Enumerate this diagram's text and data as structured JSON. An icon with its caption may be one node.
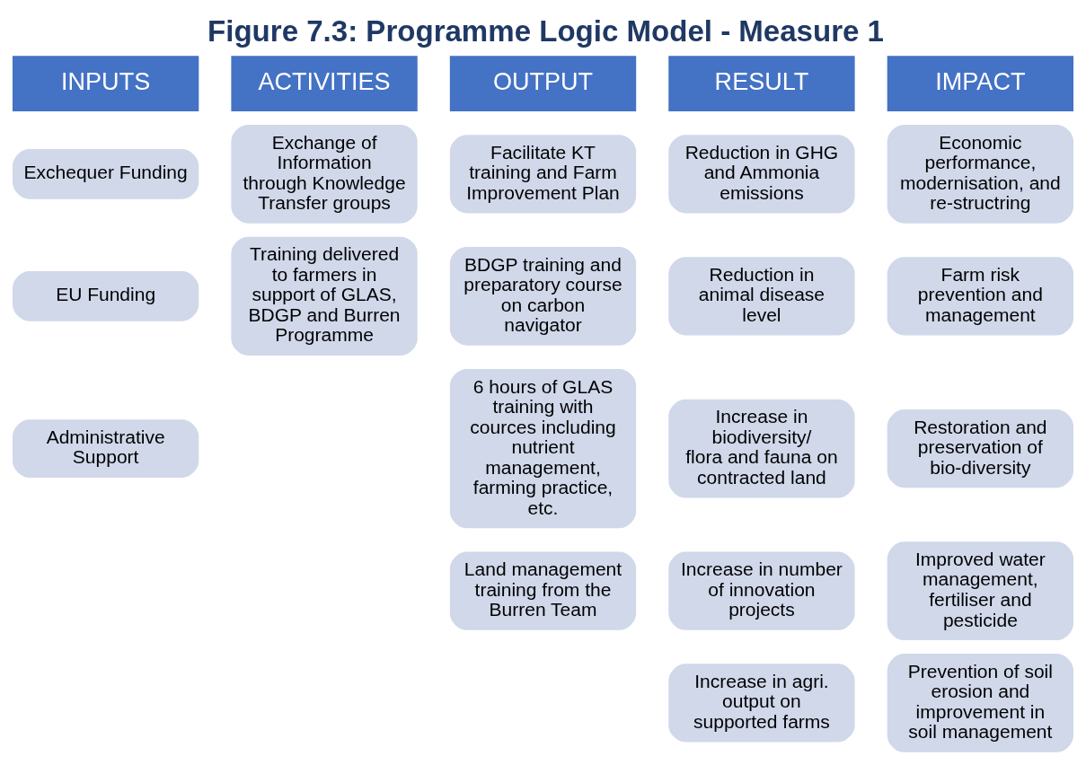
{
  "diagram": {
    "title": "Figure 7.3: Programme Logic Model - Measure 1",
    "nodes": [
      {
        "text": [
          "INPUTS"
        ]
      },
      {
        "text": [
          "Exchequer Funding"
        ]
      },
      {
        "text": [
          "EU Funding"
        ]
      },
      {
        "text": [
          "Administrative Support"
        ]
      },
      {
        "text": [
          "ACTIVITIES"
        ]
      },
      {
        "text": [
          "Exchange of Information through Knowledge Transfer groups"
        ]
      },
      {
        "text": [
          "Training delivered to farmers in support of GLAS, BDGP and Burren Programme"
        ]
      },
      {
        "text": [
          "OUTPUT"
        ]
      },
      {
        "text": [
          "Facilitate KT training and Farm Improvement Plan"
        ]
      },
      {
        "text": [
          "BDGP training and preparatory course on carbon navigator"
        ]
      },
      {
        "text": [
          "6 hours of GLAS training with cources including nutrient management, farming practice, etc."
        ]
      },
      {
        "text": [
          "Land management training from the Burren Team"
        ]
      },
      {
        "text": [
          "RESULT"
        ]
      },
      {
        "text": [
          "Reduction in GHG and Ammonia emissions"
        ]
      },
      {
        "text": [
          "Reduction in animal disease level"
        ]
      },
      {
        "text": [
          "Increase in biodiversity/ flora and fauna on contracted land"
        ]
      },
      {
        "text": [
          "Increase in number of innovation projects"
        ]
      },
      {
        "text": [
          "Increase in agri. output on supported farms"
        ]
      },
      {
        "text": [
          "IMPACT"
        ]
      },
      {
        "text": [
          "Economic performance, modernisation, and re-structring"
        ]
      },
      {
        "text": [
          "Farm risk prevention and management"
        ]
      },
      {
        "text": [
          "Restoration and preservation of bio-diversity"
        ]
      },
      {
        "text": [
          "Improved water management, fertiliser and pesticide"
        ]
      },
      {
        "text": [
          "Prevention of soil erosion and improvement in soil management"
        ]
      }
    ],
    "edges": []
  }
}
